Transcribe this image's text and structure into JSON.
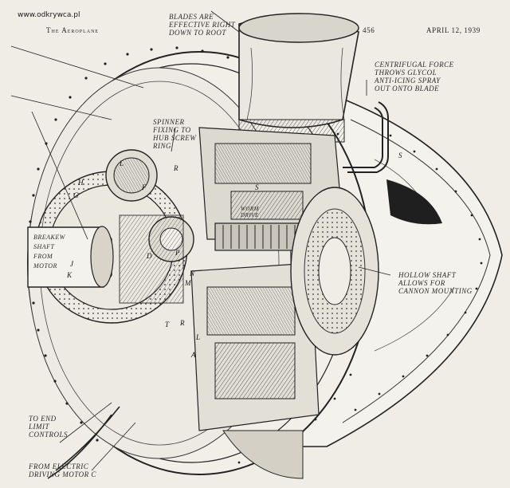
{
  "watermark": "www.odkrywca.pl",
  "header": {
    "publication": "The Aeroplane",
    "page_number": "456",
    "date": "APRIL 12, 1939"
  },
  "labels": {
    "blades": "BLADES ARE\nEFFECTIVE RIGHT\nDOWN TO ROOT",
    "centrifugal": "CENTRIFUGAL FORCE\nTHROWS GLYCOL\nANTI-ICING SPRAY\nOUT ONTO BLADE",
    "spinner": "SPINNER\nFIXING TO\nHUB SCREW\nRING",
    "breakeven": "BREAKEW\nSHAFT\nFROM\nMOTOR",
    "hollow": "HOLLOW SHAFT\nALLOWS FOR\nCANNON MOUNTING",
    "to_end": "TO END\nLIMIT\nCONTROLS",
    "from_electric": "FROM ELECTRIC\nDRIVING MOTOR C",
    "worm": "WORM\nDRIVE"
  },
  "letters": [
    "L",
    "F",
    "H",
    "G",
    "R",
    "S",
    "K",
    "P",
    "N",
    "M",
    "J",
    "L",
    "R",
    "S",
    "T",
    "A",
    "D"
  ],
  "colors": {
    "paper": "#efede6",
    "ink": "#2a2a2a"
  }
}
